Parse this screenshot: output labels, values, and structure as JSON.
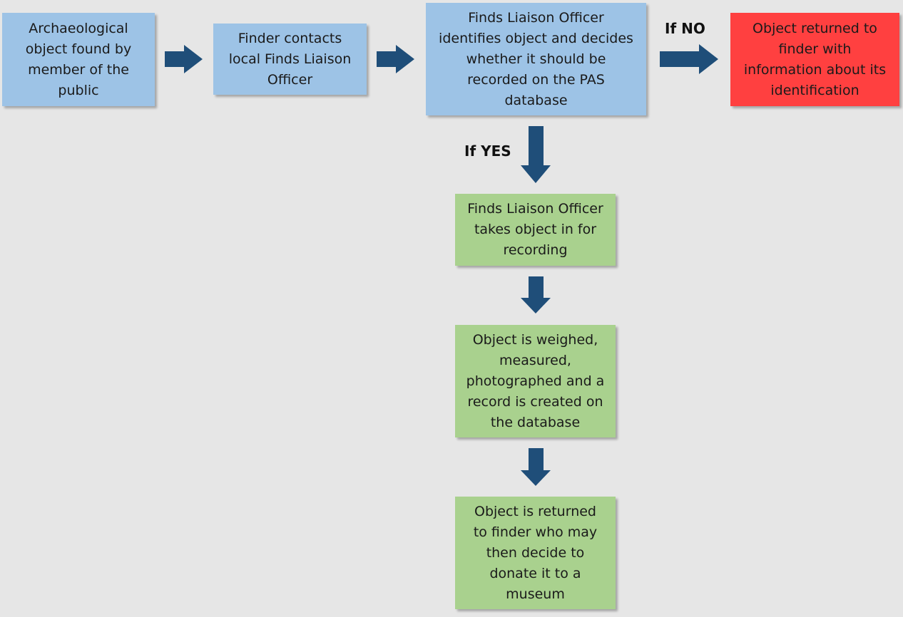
{
  "colors": {
    "background": "#e6e6e6",
    "blue_box": "#9dc3e6",
    "red_box": "#ff4040",
    "green_box": "#a9d18e",
    "arrow": "#1f4e79"
  },
  "nodes": {
    "found": "Archaeological\nobject found by\nmember of the\npublic",
    "contacts": "Finder contacts\nlocal Finds Liaison\nOfficer",
    "identifies": "Finds Liaison Officer\nidentifies object and decides\nwhether it should be\nrecorded on the PAS\ndatabase",
    "returned": "Object returned to\nfinder with\ninformation about its\nidentification",
    "takes_in": "Finds Liaison Officer\ntakes object in for\nrecording",
    "recorded": "Object is weighed,\nmeasured,\nphotographed and a\nrecord is created on\nthe database",
    "donate": "Object is returned\nto finder who may\nthen decide to\ndonate it to a\nmuseum"
  },
  "edge_labels": {
    "no": "If NO",
    "yes": "If YES"
  }
}
